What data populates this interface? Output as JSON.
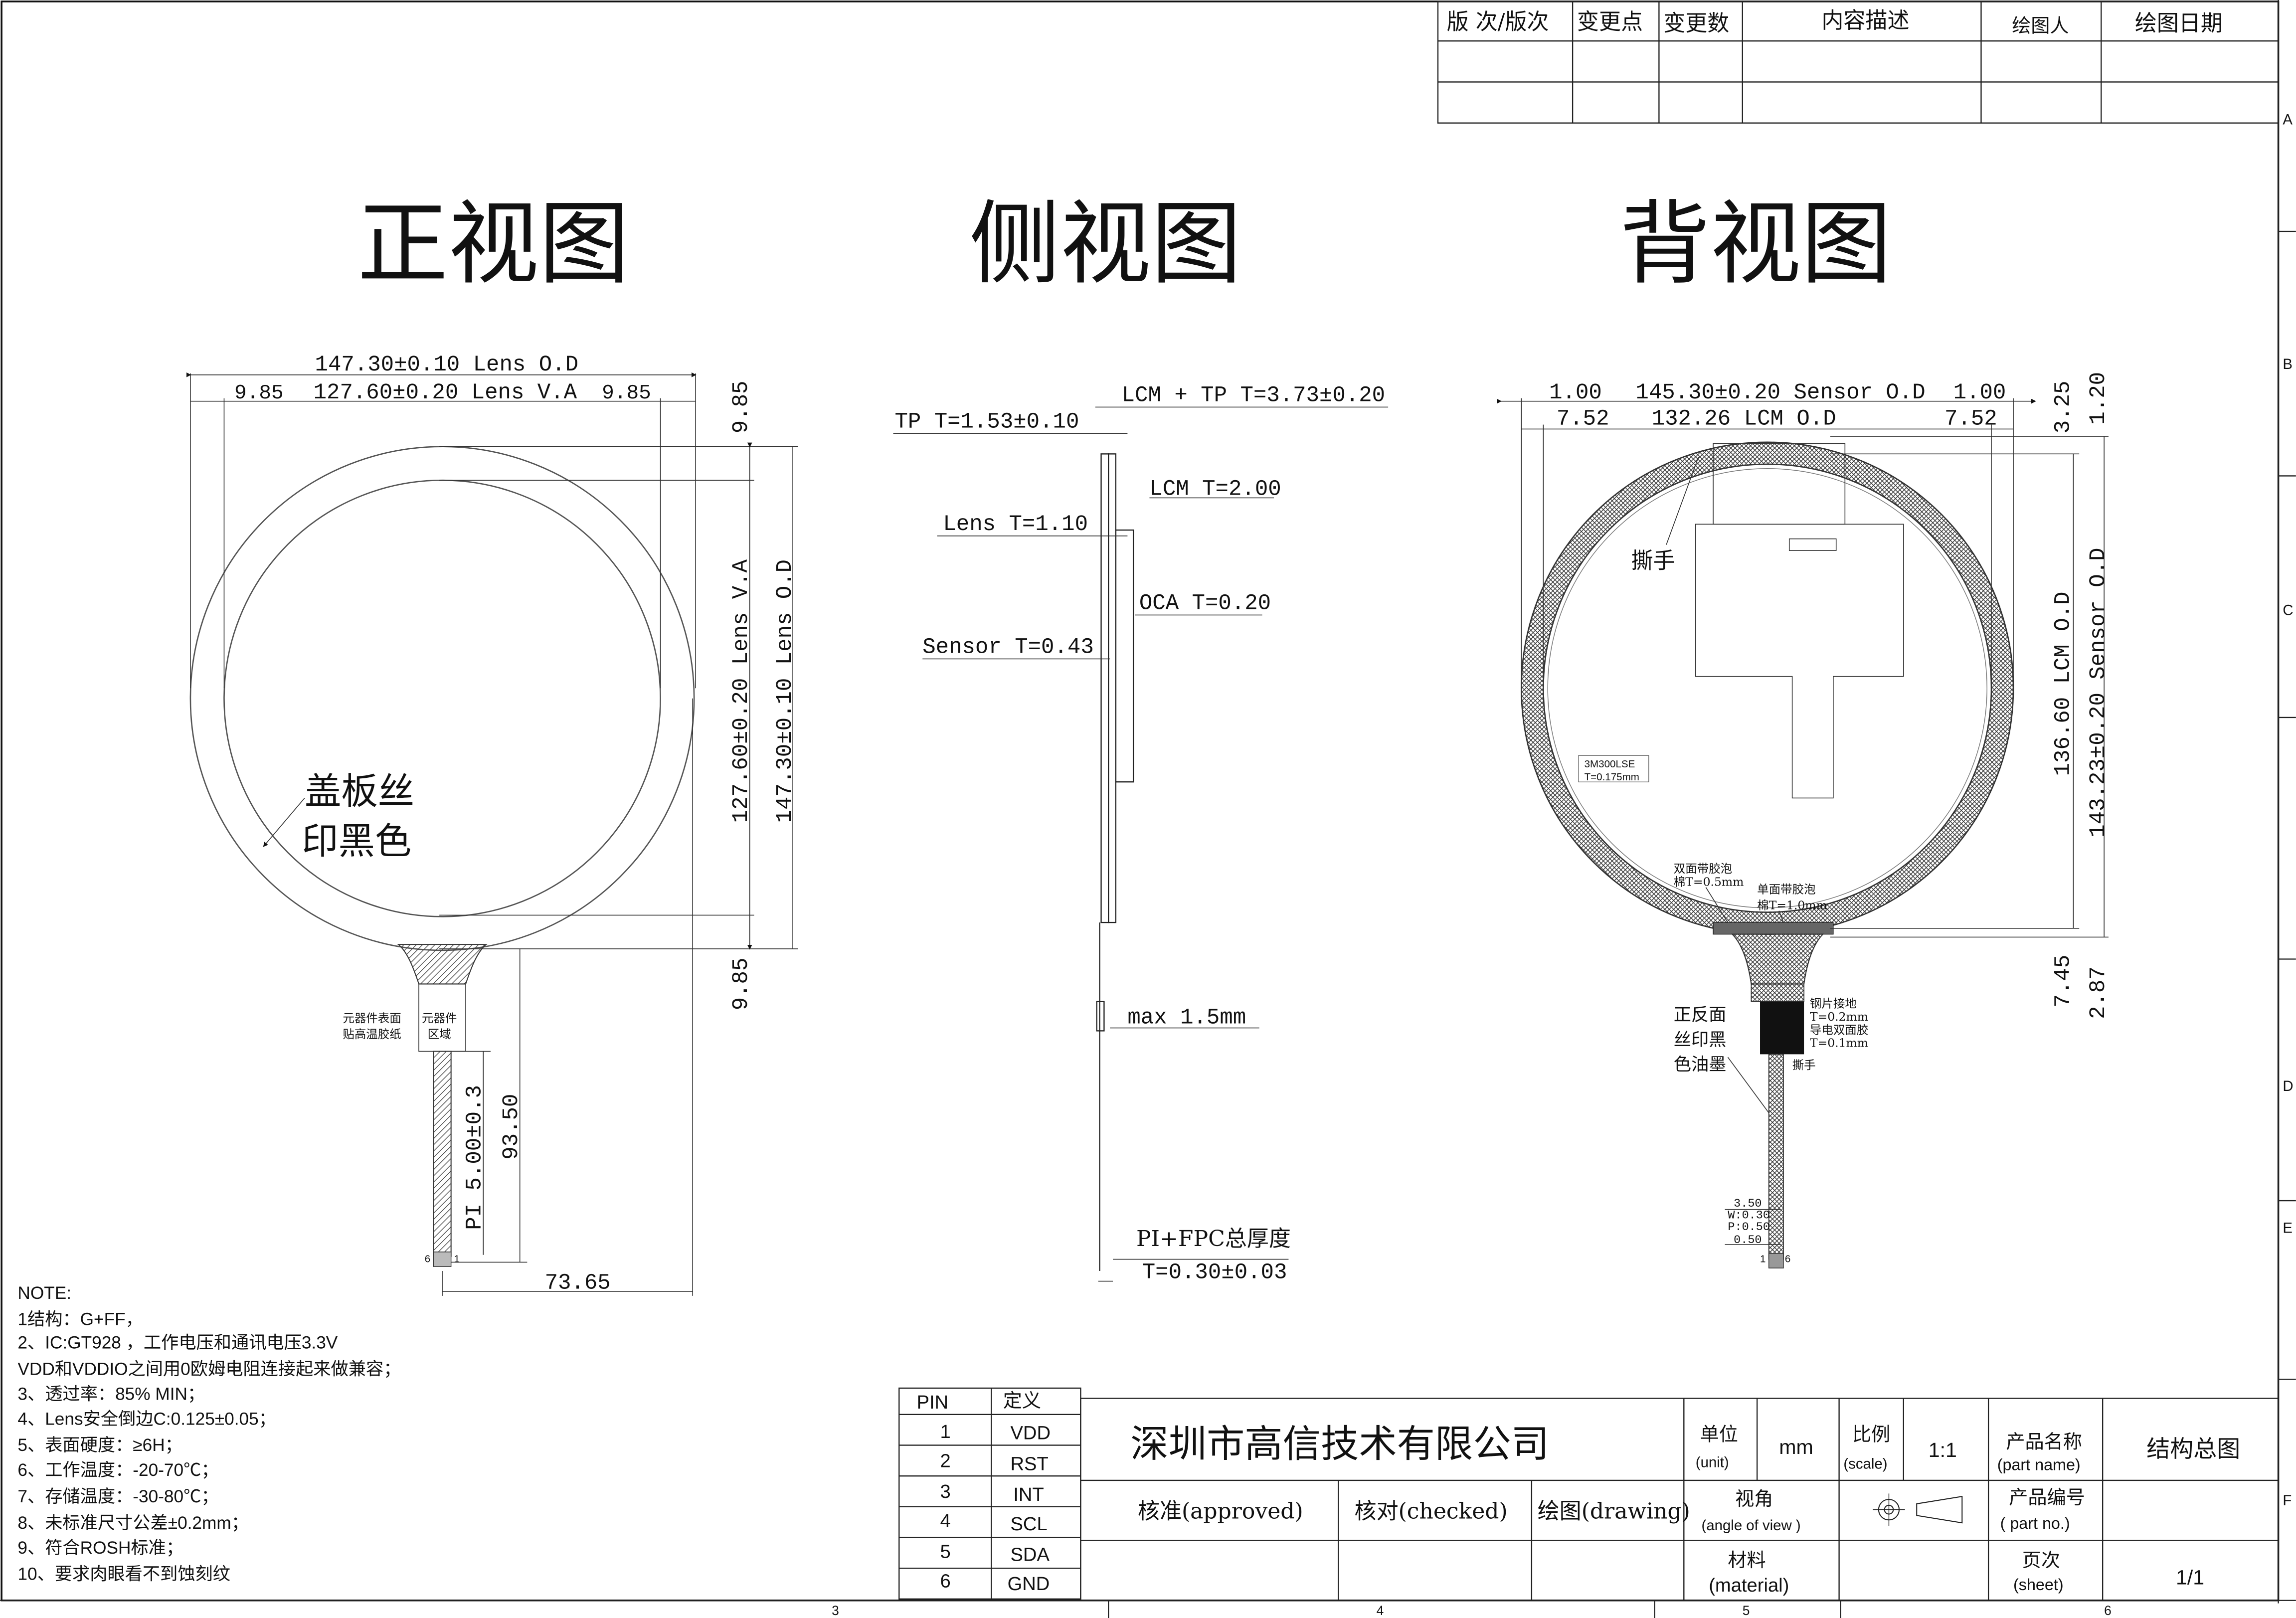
{
  "revision_table": {
    "headers": [
      "版 次/版次",
      "变更点",
      "变更数",
      "内容描述",
      "绘图人",
      "绘图日期"
    ]
  },
  "border": {
    "row_letters": [
      "A",
      "B",
      "C",
      "D",
      "E",
      "F"
    ],
    "col_numbers": [
      "3",
      "4",
      "5",
      "6"
    ]
  },
  "views": {
    "front": "正视图",
    "side": "侧视图",
    "back": "背视图"
  },
  "front_view": {
    "dim_top1": "147.30±0.10 Lens O.D",
    "dim_top_left": "9.85",
    "dim_top_mid": "127.60±0.20 Lens V.A",
    "dim_top_right": "9.85",
    "dim_right_top": "9.85",
    "dim_right_va": "127.60±0.20 Lens V.A",
    "dim_right_od": "147.30±0.10 Lens O.D",
    "dim_right_bottom": "9.85",
    "ink_label_1": "盖板丝",
    "ink_label_2": "印黑色",
    "comp_surface_1": "元器件表面",
    "comp_surface_2": "贴高温胶纸",
    "comp_area_1": "元器件",
    "comp_area_2": "区域",
    "dim_tail_pi": "PI 5.00±0.3",
    "dim_tail_len": "93.50",
    "dim_bottom": "73.65",
    "pin_6": "6",
    "pin_1": "1"
  },
  "side_view": {
    "lcm_tp": "LCM + TP T=3.73±0.20",
    "tp": "TP T=1.53±0.10",
    "lcm": "LCM T=2.00",
    "lens": "Lens T=1.10",
    "oca": "OCA T=0.20",
    "sensor": "Sensor T=0.43",
    "max": "max 1.5mm",
    "fpc_1": "PI+FPC总厚度",
    "fpc_2": "T=0.30±0.03"
  },
  "back_view": {
    "dim_top_l": "1.00",
    "dim_top_mid": "145.30±0.20 Sensor O.D",
    "dim_top_r": "1.00",
    "dim_2_l": "7.52",
    "dim_2_mid": "132.26 LCM O.D",
    "dim_2_r": "7.52",
    "dim_r1": "3.25",
    "dim_r2": "1.20",
    "dim_lcm": "136.60 LCM O.D",
    "dim_sensor": "143.23±0.20 Sensor O.D",
    "dim_b1": "7.45",
    "dim_b2": "2.87",
    "tear": "撕手",
    "tape_1": "3M300LSE",
    "tape_2": "T=0.175mm",
    "foam_1": "双面带胶泡",
    "foam_2": "棉T=0.5mm",
    "foam_3": "单面带胶泡",
    "foam_4": "棉T=1.0mm",
    "ink_1": "正反面",
    "ink_2": "丝印黑",
    "ink_3": "色油墨",
    "steel_1": "钢片接地",
    "steel_2": "T=0.2mm",
    "steel_3": "导电双面胶",
    "steel_4": "T=0.1mm",
    "tear2": "撕手",
    "fpc_w": "3.50",
    "fpc_w2": "W:0.30",
    "fpc_p": "P:0.50",
    "fpc_g": "0.50",
    "pin_1": "1",
    "pin_6": "6"
  },
  "notes": {
    "title": "NOTE:",
    "items": [
      "1结构：G+FF，",
      "2、IC:GT928 ，工作电压和通讯电压3.3V",
      "VDD和VDDIO之间用0欧姆电阻连接起来做兼容；",
      "3、透过率：85% MIN；",
      "4、Lens安全倒边C:0.125±0.05；",
      "5、表面硬度：≥6H；",
      "6、工作温度：-20-70℃；",
      "7、存储温度：-30-80℃；",
      "8、未标准尺寸公差±0.2mm；",
      "9、符合ROSH标准；",
      "10、要求肉眼看不到蚀刻纹"
    ]
  },
  "pin_table": {
    "headers": [
      "PIN",
      "定义"
    ],
    "rows": [
      [
        "1",
        "VDD"
      ],
      [
        "2",
        "RST"
      ],
      [
        "3",
        "INT"
      ],
      [
        "4",
        "SCL"
      ],
      [
        "5",
        "SDA"
      ],
      [
        "6",
        "GND"
      ]
    ]
  },
  "title_block": {
    "company": "深圳市高信技术有限公司",
    "unit_label": "单位",
    "unit_en": "(unit)",
    "unit_value": "mm",
    "scale_label": "比例",
    "scale_en": "(scale)",
    "scale_value": "1:1",
    "part_name_label": "产品名称",
    "part_name_en": "(part name)",
    "part_name_value": "结构总图",
    "approved": "核准(approved)",
    "checked": "核对(checked)",
    "drawing": "绘图(drawing)",
    "view_label": "视角",
    "view_en": "(angle of view  )",
    "part_no_label": "产品编号",
    "part_no_en": "( part no.)",
    "material_label": "材料",
    "material_en": "(material)",
    "sheet_label": "页次",
    "sheet_en": "(sheet)",
    "sheet_value": "1/1"
  }
}
